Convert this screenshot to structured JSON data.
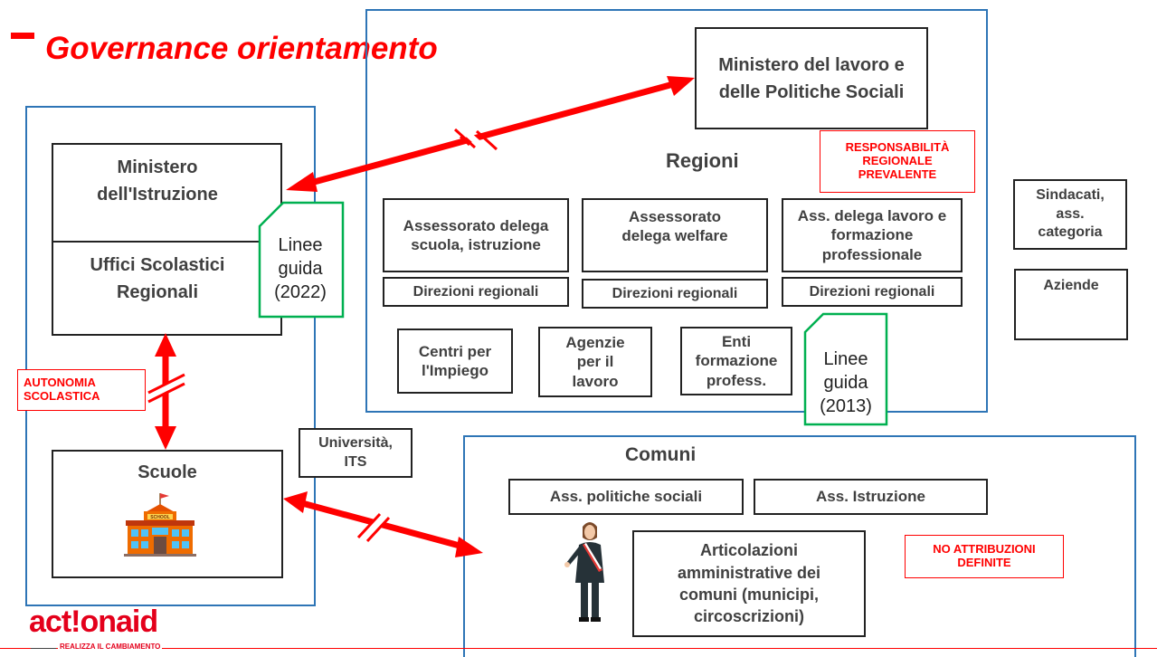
{
  "title": "Governance orientamento",
  "ministero_lavoro": "Ministero del lavoro e delle Politiche Sociali",
  "regioni": {
    "label": "Regioni",
    "responsabilita": "RESPONSABILITÀ REGIONALE PREVALENTE",
    "assessorato_scuola": "Assessorato delega scuola, istruzione",
    "assessorato_welfare": "Assessorato delega welfare",
    "assessorato_lavoro": "Ass. delega lavoro e formazione professionale",
    "direzioni_1": "Direzioni regionali",
    "direzioni_2": "Direzioni regionali",
    "direzioni_3": "Direzioni regionali",
    "centri_impiego": "Centri per l'Impiego",
    "agenzie_lavoro": "Agenzie per il lavoro",
    "enti_formazione": "Enti formazione profess.",
    "linee_guida_2013": "Linee guida (2013)"
  },
  "istruzione": {
    "ministero": "Ministero dell'Istruzione",
    "uffici": "Uffici Scolastici Regionali",
    "linee_guida_2022": "Linee guida (2022)",
    "autonomia": "AUTONOMIA SCOLASTICA",
    "scuole": "Scuole",
    "school_sign": "SCHOOL"
  },
  "sindacati": "Sindacati, ass. categoria",
  "aziende": "Aziende",
  "universita": "Università, ITS",
  "comuni": {
    "label": "Comuni",
    "politiche_sociali": "Ass. politiche sociali",
    "istruzione": "Ass. Istruzione",
    "articolazioni": "Articolazioni amministrative dei comuni (municipi, circoscrizioni)",
    "no_attribuzioni": "NO ATTRIBUZIONI DEFINITE"
  },
  "logo": {
    "brand": "act!onaid",
    "tagline": "REALIZZA IL CAMBIAMENTO"
  },
  "colors": {
    "accent_red": "#ff0000",
    "region_blue": "#2e75b6",
    "note_green": "#00b050",
    "text": "#404040"
  }
}
